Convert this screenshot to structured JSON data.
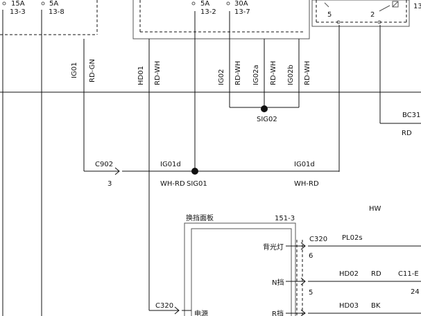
{
  "fuses": {
    "f1": {
      "rating": "15A",
      "id": "13-3"
    },
    "f2": {
      "rating": "5A",
      "id": "13-8"
    },
    "f3": {
      "rating": "5A",
      "id": "13-2"
    },
    "f4": {
      "rating": "30A",
      "id": "13-7"
    }
  },
  "relay": {
    "pin5": "5",
    "pin2": "2"
  },
  "corner_label": "13",
  "wire_labels": {
    "ig01": "IG01",
    "rd_gn": "RD-GN",
    "hd01": "HD01",
    "rd_wh_1": "RD-WH",
    "ig02": "IG02",
    "rd_wh_2": "RD-WH",
    "ig02a": "IG02a",
    "rd_wh_3": "RD-WH",
    "ig02b": "IG02b",
    "rd_wh_4": "RD-WH"
  },
  "splices": {
    "sig02": "SIG02",
    "sig01": "SIG01"
  },
  "bc31": {
    "name": "BC31",
    "color": "RD"
  },
  "c902": {
    "name": "C902",
    "pin": "3"
  },
  "ig01d_left": "IG01d",
  "wh_rd_left": "WH-RD",
  "ig01d_right": "IG01d",
  "wh_rd_right": "WH-RD",
  "hw_label": "HW",
  "panel": {
    "title": "换挡面板",
    "id": "151-3"
  },
  "panel_pins": {
    "backlight": {
      "label": "背光灯",
      "connector": "C320",
      "pin": "6",
      "wire": "PL02s"
    },
    "n_gear": {
      "label": "N挡",
      "pin": "5",
      "wire": "HD02",
      "color": "RD",
      "dest": "C11-E",
      "dest_pin": "24"
    },
    "r_gear": {
      "label": "R挡",
      "wire": "HD03",
      "color": "BK"
    },
    "power": {
      "label": "电源",
      "connector": "C320"
    }
  }
}
